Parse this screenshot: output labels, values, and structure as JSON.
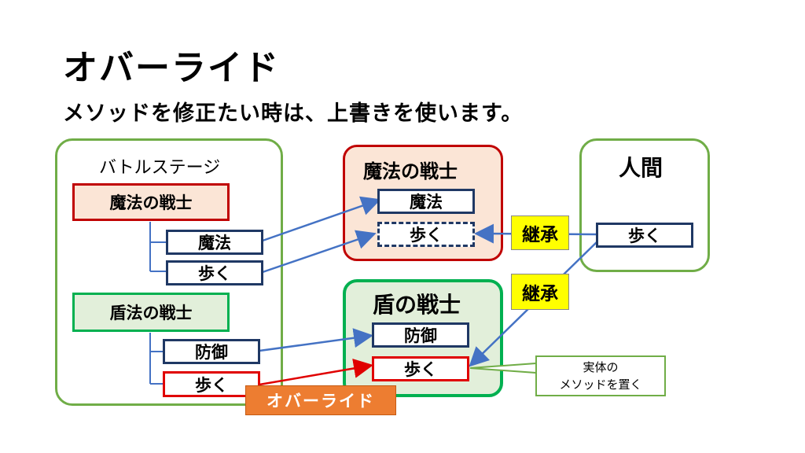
{
  "title": "オバーライド",
  "subtitle": "メソッドを修正たい時は、上書きを使います。",
  "battle_stage": {
    "label": "バトルステージ",
    "mage": {
      "name": "魔法の戦士",
      "methods": [
        "魔法",
        "歩く"
      ]
    },
    "shield": {
      "name": "盾法の戦士",
      "methods": [
        "防御",
        "歩く"
      ]
    }
  },
  "mage_class": {
    "name": "魔法の戦士",
    "methods": [
      "魔法",
      "歩く"
    ]
  },
  "shield_class": {
    "name": "盾の戦士",
    "methods": [
      "防御",
      "歩く"
    ]
  },
  "human_class": {
    "name": "人間",
    "methods": [
      "歩く"
    ]
  },
  "inherit_label_1": "継承",
  "inherit_label_2": "継承",
  "callout": {
    "line1": "実体の",
    "line2": "メソッドを置く"
  },
  "override_label": "オバーライド",
  "colors": {
    "green": "#70ad47",
    "navy": "#1f3864",
    "red": "#e00000",
    "blue_arrow": "#4472c4",
    "orange": "#ed7d31",
    "yellow": "#ffff00"
  }
}
